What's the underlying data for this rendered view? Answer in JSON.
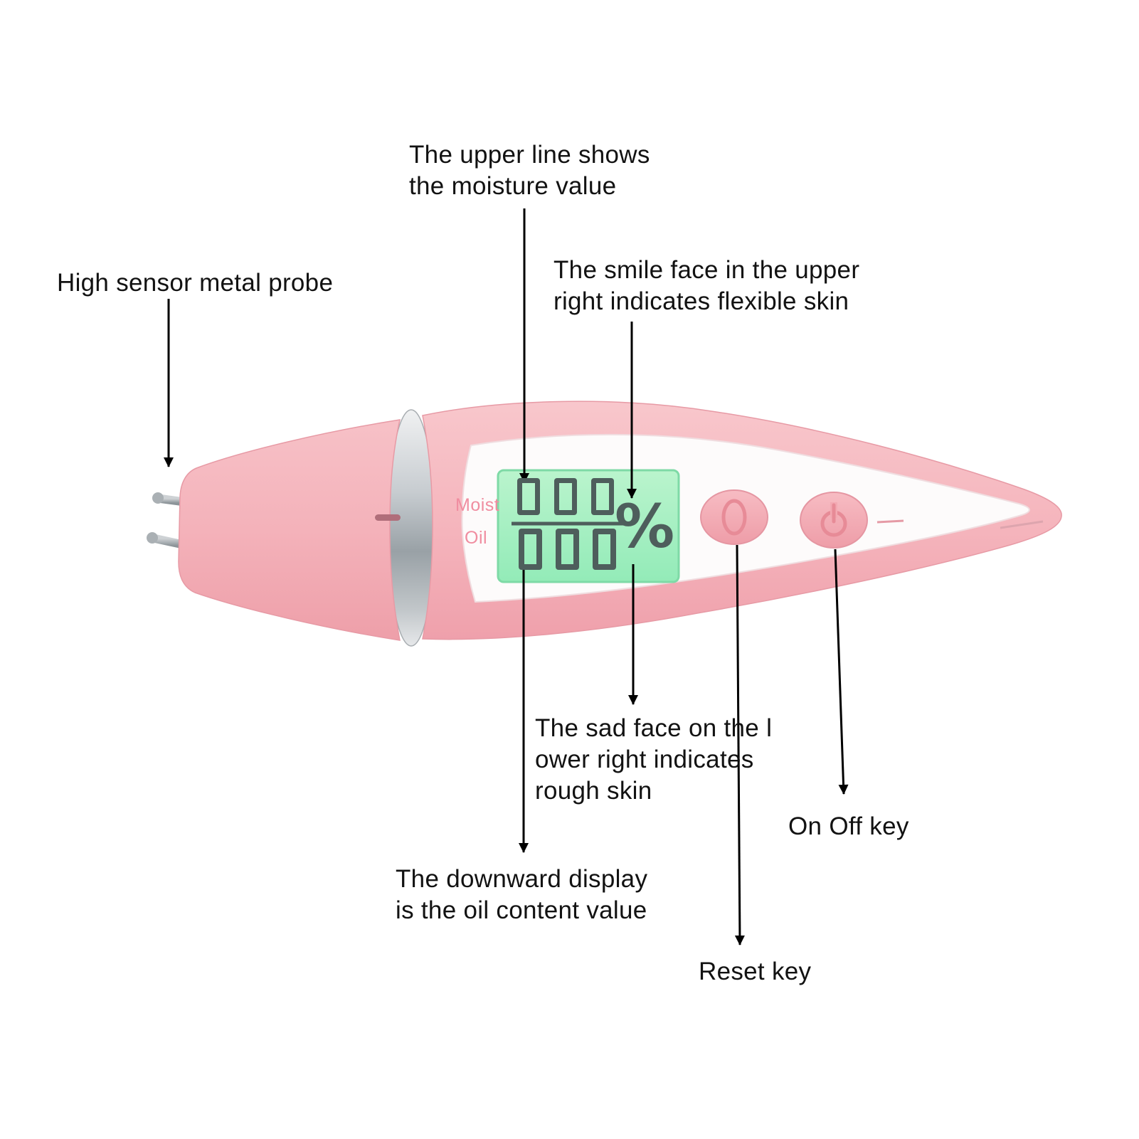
{
  "diagram_title": "Skin moisture and oil analyzer annotated diagram",
  "annotations": {
    "upper_line": "The upper line shows\nthe moisture value",
    "probe": "High sensor metal probe",
    "smile": "The smile face in the upper\nright indicates flexible skin",
    "sad": "The sad face on the l\nower right indicates\nrough skin",
    "on_off": "On Off key",
    "oil_display": "The downward display\nis the oil content value",
    "reset": "Reset key"
  },
  "device": {
    "display": {
      "moist_label": "Moist",
      "oil_label": "Oil",
      "moist_value": "000",
      "oil_value": "000",
      "unit": "%"
    },
    "colors": {
      "body_pink": "#f5b4bc",
      "body_pink_dark": "#efa3ad",
      "panel_white": "#fdfbfb",
      "lcd_green": "#a5efc1",
      "digit_color": "#4e5e5c",
      "label_pink": "#f08da0",
      "button_pink": "#f3a9b2",
      "button_glyph_pink": "#e78b97",
      "chrome_silver": "#c4c9cd",
      "arrow_black": "#000000"
    }
  }
}
